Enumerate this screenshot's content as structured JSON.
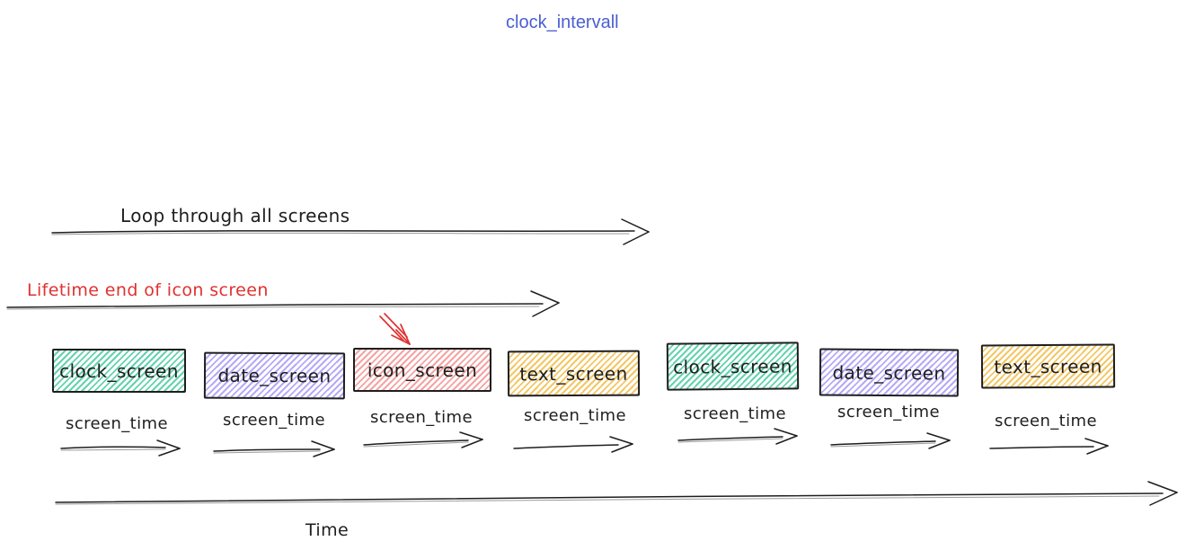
{
  "title": {
    "text": "clock_intervall",
    "color": "#4a5fd2"
  },
  "annotations": {
    "loop_arrow_label": "Loop through all screens",
    "lifetime_arrow_label": "Lifetime end of icon screen",
    "lifetime_color": "#e03131",
    "time_axis_label": "Time"
  },
  "palette": {
    "ink": "#1e1e1e",
    "green_hatch": "#3fc79b",
    "purple_hatch": "#a495f5",
    "red_hatch": "#f08080",
    "yellow_hatch": "#f0b93f",
    "annotation_red": "#e03131",
    "title_blue": "#4a5fd2"
  },
  "timeline": {
    "segments": [
      {
        "label": "clock_screen",
        "color": "green",
        "duration_label": "screen_time"
      },
      {
        "label": "date_screen",
        "color": "purple",
        "duration_label": "screen_time"
      },
      {
        "label": "icon_screen",
        "color": "red",
        "duration_label": "screen_time",
        "pointed_by_red_arrow": true
      },
      {
        "label": "text_screen",
        "color": "yellow",
        "duration_label": "screen_time"
      },
      {
        "label": "clock_screen",
        "color": "green",
        "duration_label": "screen_time"
      },
      {
        "label": "date_screen",
        "color": "purple",
        "duration_label": "screen_time"
      },
      {
        "label": "text_screen",
        "color": "yellow",
        "duration_label": "screen_time"
      }
    ]
  }
}
